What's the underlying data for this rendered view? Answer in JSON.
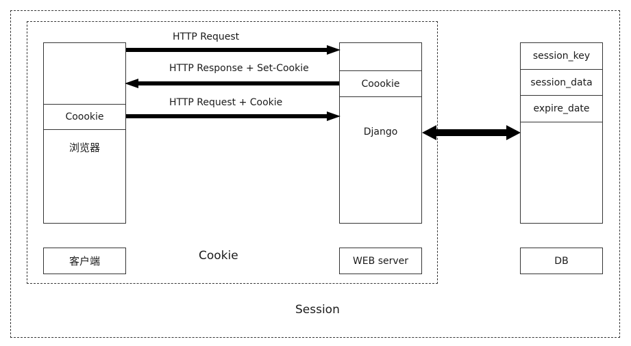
{
  "session": {
    "label": "Session"
  },
  "cookie_zone": {
    "label": "Cookie"
  },
  "client": {
    "cookie_label": "Coookie",
    "browser_label": "浏览器",
    "caption": "客户端"
  },
  "server": {
    "cookie_label": "Coookie",
    "app_label": "Django",
    "caption": "WEB server"
  },
  "db": {
    "fields": [
      "session_key",
      "session_data",
      "expire_date"
    ],
    "caption": "DB"
  },
  "messages": [
    {
      "label": "HTTP Request",
      "direction": "to-server"
    },
    {
      "label": "HTTP Response + Set-Cookie",
      "direction": "to-client"
    },
    {
      "label": "HTTP Request + Cookie",
      "direction": "to-server"
    }
  ],
  "colors": {
    "line": "#000000",
    "border": "#333333"
  }
}
